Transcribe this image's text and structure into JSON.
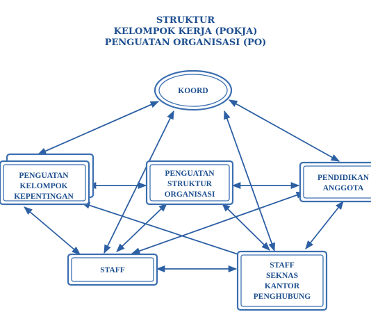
{
  "title": {
    "line1": "STRUKTUR",
    "line2": "KELOMPOK KERJA  (POKJA)",
    "line3": "PENGUATAN ORGANISASI  (PO)"
  },
  "nodes": {
    "koord": {
      "label": "KOORD"
    },
    "kelompok": {
      "lines": [
        "PENGUATAN",
        "KELOMPOK",
        "KEPENTINGAN"
      ]
    },
    "struktur": {
      "lines": [
        "PENGUATAN",
        "STRUKTUR",
        "ORGANISASI"
      ]
    },
    "pendidikan": {
      "lines": [
        "PENDIDIKAN",
        "ANGGOTA"
      ]
    },
    "staff": {
      "label": "STAFF"
    },
    "seknas": {
      "lines": [
        "STAFF",
        "SEKNAS",
        "KANTOR",
        "PENGHUBUNG"
      ]
    }
  },
  "colors": {
    "text": "#1e4f8f",
    "box_border": "#3c6fb0",
    "arrow": "#2c5fa3"
  }
}
